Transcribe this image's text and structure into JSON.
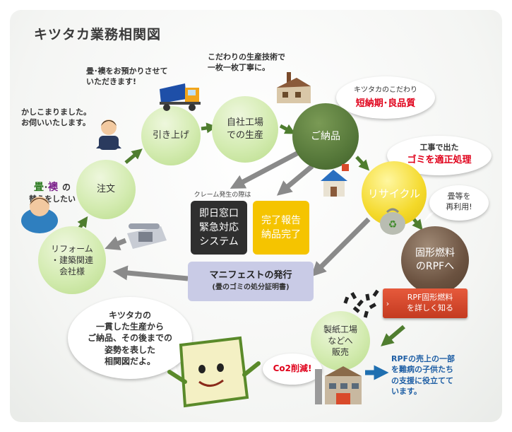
{
  "title": "キツタカ業務相関図",
  "nodes": {
    "order": "注文",
    "pickup": "引き上げ",
    "factory": "自社工場\nでの生産",
    "delivery": "ご納品",
    "recycle": "リサイクル",
    "reform": "リフォーム\n・建築関連\n会社様",
    "fuel": "固形燃料\nのRPFへ",
    "paper_mill": "製紙工場\nなどへ\n販売"
  },
  "boxes": {
    "same_day": "即日窓口\n緊急対応\nシステム",
    "report": "完了報告\n納品完了",
    "manifest_main": "マニフェストの発行",
    "manifest_sub": "(畳のゴミの処分証明書)"
  },
  "claim_label": "クレーム発生の際は",
  "speech": {
    "customer_tatami": "畳",
    "customer_dot": "･",
    "customer_fusuma": "襖",
    "customer_no": "の",
    "customer_line2": "替えをしたい",
    "staff": "かしこまりました。\nお伺いいたします。",
    "truck": "畳･襖をお預かりさせて\nいただきます!",
    "craft": "こだわりの生産技術で\n一枚一枚丁寧に。",
    "quality_top": "キツタカのこだわり",
    "quality_bottom": "短納期･良品質",
    "disposal_top": "工事で出た",
    "disposal_bottom": "ゴミを適正処理",
    "reuse": "畳等を\n再利用!",
    "summary": "キツタカの\n一貫した生産から\nご納品、その後までの\n姿勢を表した\n相関図だよ。",
    "co2": "Co2削減!",
    "rpf_sales": "RPFの売上の一部\nを難病の子供たち\nの支援に役立てて\nいます。"
  },
  "rpf_button": "RPF固形燃料\nを詳しく知る",
  "colors": {
    "green_node": "#c9e4a0",
    "dark_node": "#56783a",
    "yellow_node": "#f4d92a",
    "brown_node": "#6b5240",
    "arrow_green": "#4f7d2f",
    "arrow_gray": "#8a8a8a",
    "arrow_blue": "#1f6fb0",
    "box_dark": "#2f2f2f",
    "box_yellow": "#f5c400",
    "box_lavender": "#c9cbe6",
    "button_red": "#d9472b",
    "red_text": "#e0001a",
    "blue_text": "#1f5fa5"
  }
}
